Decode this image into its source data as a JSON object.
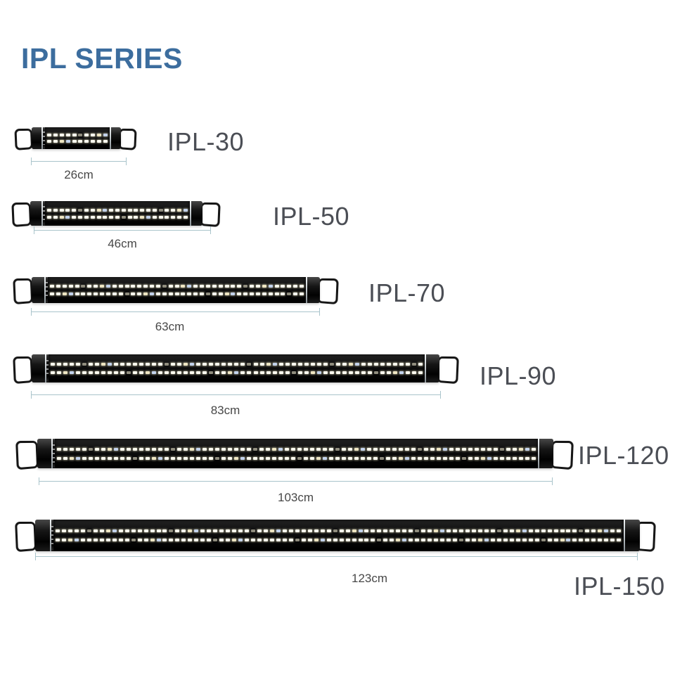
{
  "title": "IPL SERIES",
  "lights": [
    {
      "model": "IPL-30",
      "length": "26cm"
    },
    {
      "model": "IPL-50",
      "length": "46cm"
    },
    {
      "model": "IPL-70",
      "length": "63cm"
    },
    {
      "model": "IPL-90",
      "length": "83cm"
    },
    {
      "model": "IPL-120",
      "length": "103cm"
    },
    {
      "model": "IPL-150",
      "length": "123cm"
    }
  ],
  "colors": {
    "background": "#ffffff",
    "title_text": "#3c6d9e",
    "model_text": "#4b4e55",
    "dimension_line": "#a9c4cb",
    "dimension_text": "#474747",
    "trim_silver": "#c6ccd0",
    "led_white": "#fdfbef",
    "led_cream": "#eee5c2",
    "led_dim": "#8f8c7d",
    "led_blue": "#c2d2ec"
  }
}
